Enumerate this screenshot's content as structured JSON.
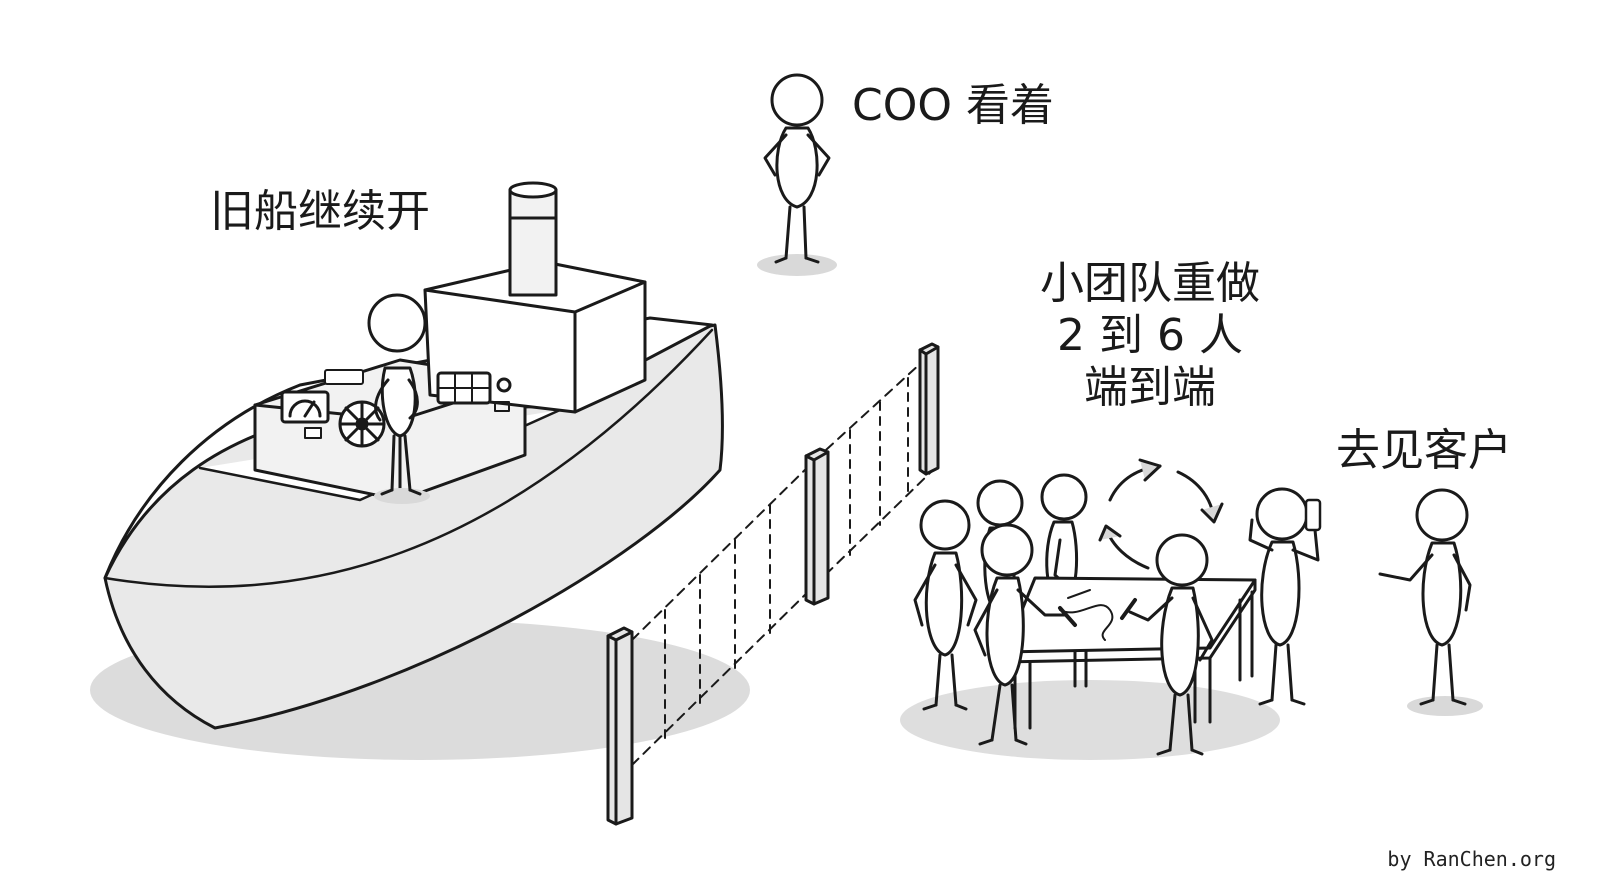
{
  "labels": {
    "old_ship": "旧船继续开",
    "coo": "COO 看着",
    "team_line1": "小团队重做",
    "team_line2": "2 到 6 人",
    "team_line3": "端到端",
    "customer": "去见客户"
  },
  "credit": "by RanChen.org",
  "colors": {
    "ink": "#1a1a1a",
    "shadow": "#d9d9d9",
    "hull_shade": "#e6e6e6",
    "background": "#ffffff"
  }
}
